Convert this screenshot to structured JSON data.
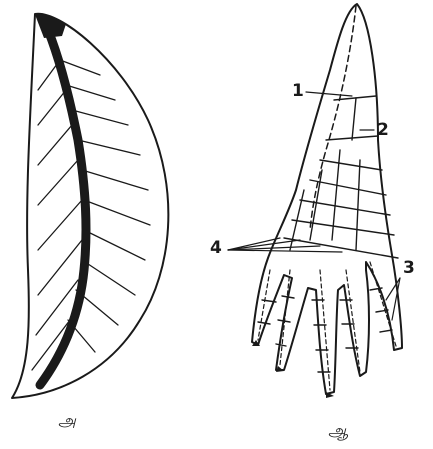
{
  "figure": {
    "panel_left_caption": "அ",
    "panel_right_caption": "ஆ",
    "labels": {
      "one": "1",
      "two": "2",
      "three": "3",
      "four": "4"
    }
  },
  "colors": {
    "ink": "#1a1a1a",
    "paper": "#ffffff"
  }
}
